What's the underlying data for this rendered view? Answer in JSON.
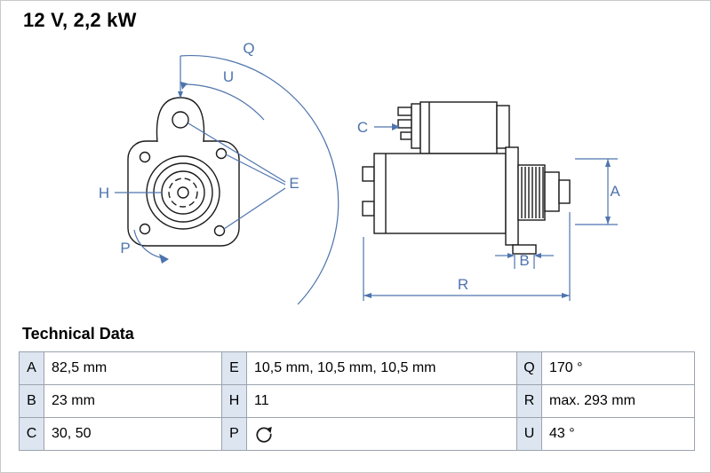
{
  "title": "12 V, 2,2 kW",
  "section_title": "Technical Data",
  "colors": {
    "dimension_blue": "#4e74ad",
    "drawing_black": "#1a1a1a",
    "table_label_bg": "#dce5f0",
    "table_border": "#9aa3ae"
  },
  "diagram": {
    "labels": {
      "A": "A",
      "B": "B",
      "C": "C",
      "E": "E",
      "H": "H",
      "P": "P",
      "Q": "Q",
      "R": "R",
      "U": "U"
    }
  },
  "icons": {
    "p_value": "rotation-cw-icon"
  },
  "table": {
    "rows": [
      {
        "k1": "A",
        "v1": "82,5 mm",
        "k2": "E",
        "v2": "10,5 mm, 10,5 mm, 10,5 mm",
        "k3": "Q",
        "v3": "170 °"
      },
      {
        "k1": "B",
        "v1": "23 mm",
        "k2": "H",
        "v2": "11",
        "k3": "R",
        "v3": "max. 293 mm"
      },
      {
        "k1": "C",
        "v1": "30, 50",
        "k2": "P",
        "k3": "U",
        "v3": "43 °"
      }
    ]
  }
}
